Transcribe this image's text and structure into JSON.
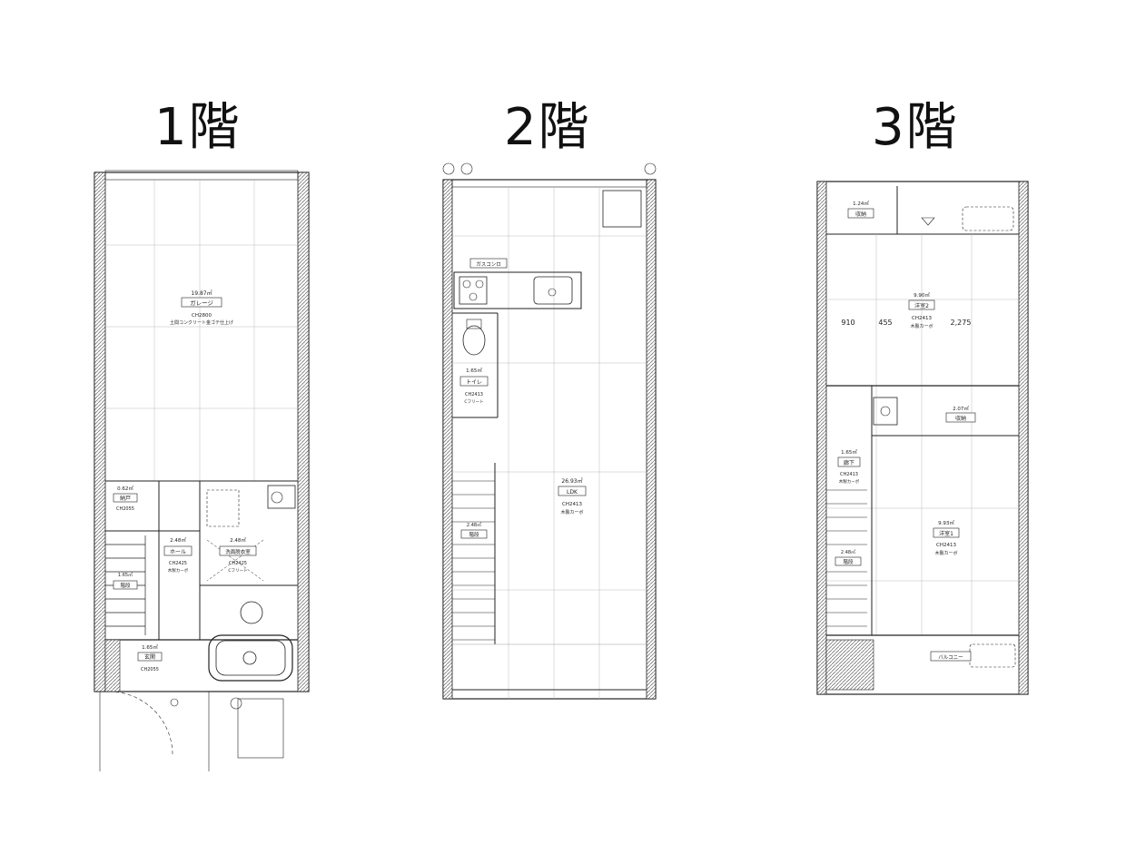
{
  "floors": [
    {
      "title": "1階",
      "rooms": {
        "garage": {
          "area": "19.87㎡",
          "name": "ガレージ",
          "ceiling": "CH2800",
          "note": "土間コンクリート金ゴテ仕上げ"
        },
        "storage": {
          "area": "0.62㎡",
          "name": "納戸",
          "ceiling": "CH2055",
          "note": ""
        },
        "hall": {
          "area": "2.48㎡",
          "name": "ホール",
          "ceiling": "CH2425",
          "note": "木製カーボ"
        },
        "washroom": {
          "area": "2.48㎡",
          "name": "洗面脱衣室",
          "ceiling": "CH2425",
          "note": "Cフリート"
        },
        "entrance": {
          "area": "1.65㎡",
          "name": "玄関",
          "ceiling": "CH2055",
          "note": ""
        },
        "stair": {
          "area": "1.65㎡",
          "name": "階段"
        }
      }
    },
    {
      "title": "2階",
      "rooms": {
        "kitchen": {
          "name": "ガスコンロ"
        },
        "toilet": {
          "area": "1.65㎡",
          "name": "トイレ",
          "ceiling": "CH2413",
          "note": "Cフリート"
        },
        "ldk": {
          "area": "26.93㎡",
          "name": "LDK",
          "ceiling": "CH2413",
          "note": "木製カーボ"
        },
        "stair": {
          "area": "2.48㎡",
          "name": "階段"
        }
      }
    },
    {
      "title": "3階",
      "rooms": {
        "closet_top": {
          "area": "1.24㎡",
          "name": "収納"
        },
        "western2": {
          "area": "9.90㎡",
          "name": "洋室2",
          "ceiling": "CH2413",
          "note": "木製カーボ"
        },
        "closet_mid": {
          "area": "2.07㎡",
          "name": "収納"
        },
        "hallway": {
          "area": "1.65㎡",
          "name": "廊下",
          "ceiling": "CH2413",
          "note": "木製カーボ"
        },
        "western1": {
          "area": "9.93㎡",
          "name": "洋室1",
          "ceiling": "CH2413",
          "note": "木製カーボ"
        },
        "stair": {
          "area": "2.48㎡",
          "name": "階段"
        },
        "balcony": {
          "name": "バルコニー"
        }
      },
      "dims": [
        "910",
        "455",
        "2,275"
      ]
    }
  ],
  "colors": {
    "line": "#222222",
    "wall": "#555555",
    "grid": "#bbbbbb"
  }
}
